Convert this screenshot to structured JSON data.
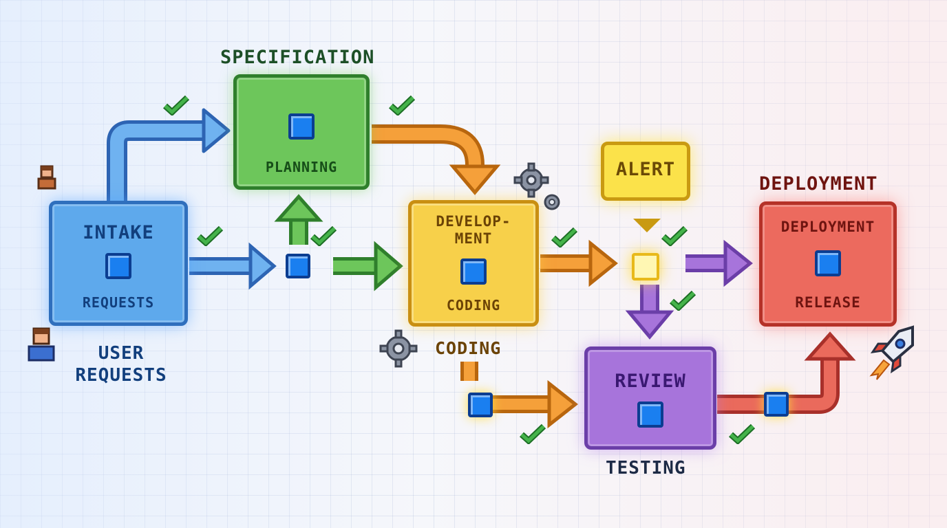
{
  "labels": {
    "specification": "SPECIFICATION",
    "deployment": "DEPLOYMENT",
    "user_requests": "USER\nREQUESTS",
    "coding": "CODING",
    "testing": "TESTING"
  },
  "nodes": {
    "intake": {
      "title": "INTAKE",
      "subtitle": "REQUESTS"
    },
    "planning": {
      "subtitle": "PLANNING"
    },
    "development": {
      "title": "DEVELOP-\nMENT",
      "subtitle": "CODING"
    },
    "review": {
      "title": "REVIEW"
    },
    "deployment": {
      "title": "DEPLOYMENT",
      "subtitle": "RELEASE"
    },
    "alert": {
      "title": "ALERT"
    }
  },
  "colors": {
    "blue": "#4f98e6",
    "green": "#58b84a",
    "orange": "#f5a03a",
    "purple": "#9b64d6",
    "red": "#e25a4c",
    "check": "#2e9a36"
  },
  "icons": [
    "user-avatar-icon",
    "gear-icon",
    "checkmark-icon",
    "rocket-icon",
    "alert-bubble-icon"
  ]
}
